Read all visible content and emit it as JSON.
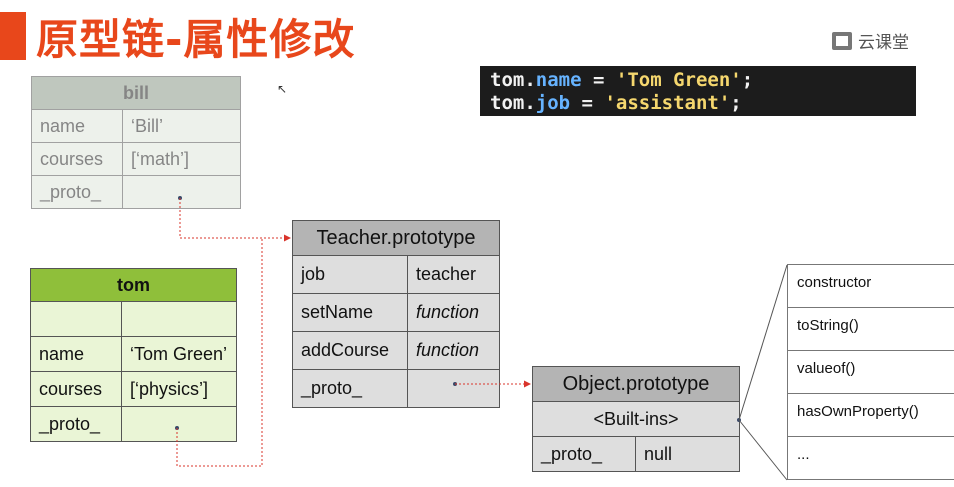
{
  "title": "原型链-属性修改",
  "logo": {
    "text": "云课堂",
    "icon": "cloud-classroom-icon"
  },
  "code": {
    "line1": {
      "obj": "tom",
      "dot": ".",
      "prop": "name",
      "op": " = ",
      "value": "'Tom Green'",
      "end": ";"
    },
    "line2": {
      "obj": "tom",
      "dot": ".",
      "prop": "job",
      "op": " = ",
      "value": "'assistant'",
      "end": ";"
    }
  },
  "bill": {
    "title": "bill",
    "rows": [
      {
        "key": "name",
        "value": "‘Bill’"
      },
      {
        "key": "courses",
        "value": "[‘math’]"
      },
      {
        "key": "_proto_",
        "value": ""
      }
    ]
  },
  "tom": {
    "title": "tom",
    "rows": [
      {
        "key": "",
        "value": ""
      },
      {
        "key": "name",
        "value": "‘Tom Green’"
      },
      {
        "key": "courses",
        "value": "[‘physics’]"
      },
      {
        "key": "_proto_",
        "value": ""
      }
    ]
  },
  "teacher_prototype": {
    "title": "Teacher.prototype",
    "rows": [
      {
        "key": "job",
        "value": "teacher"
      },
      {
        "key": "setName",
        "value": "function"
      },
      {
        "key": "addCourse",
        "value": "function"
      },
      {
        "key": "_proto_",
        "value": ""
      }
    ]
  },
  "object_prototype": {
    "title": "Object.prototype",
    "builtins": "<Built-ins>",
    "proto_key": "_proto_",
    "proto_value": "null"
  },
  "builtins_list": [
    "constructor",
    "toString()",
    "valueof()",
    "hasOwnProperty()",
    "..."
  ],
  "colors": {
    "accent": "#e8471b",
    "tom_header": "#8fbf3a",
    "highlight_text": "#e02a0a",
    "link_line": "#d9342b"
  }
}
